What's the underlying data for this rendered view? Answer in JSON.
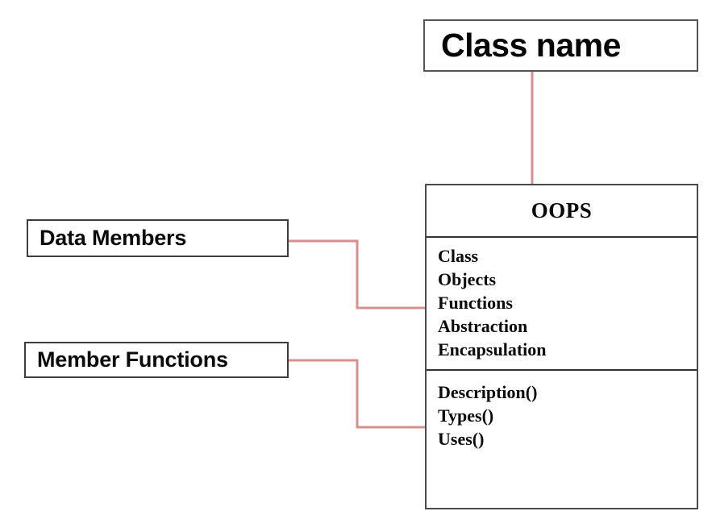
{
  "diagram": {
    "type": "uml-class-diagram",
    "background_color": "#ffffff",
    "connector_color": "#d4918f",
    "border_color": "#4a4a4a",
    "text_color": "#0a0a0a"
  },
  "class_name_callout": {
    "label": "Class name"
  },
  "uml_class": {
    "title": "OOPS",
    "attributes": [
      "Class",
      "Objects",
      "Functions",
      "Abstraction",
      "Encapsulation"
    ],
    "methods": [
      "Description()",
      "Types()",
      "Uses()"
    ]
  },
  "callouts": [
    {
      "label": "Data Members",
      "points_to": "attributes-compartment"
    },
    {
      "label": "Member Functions",
      "points_to": "methods-compartment"
    }
  ]
}
